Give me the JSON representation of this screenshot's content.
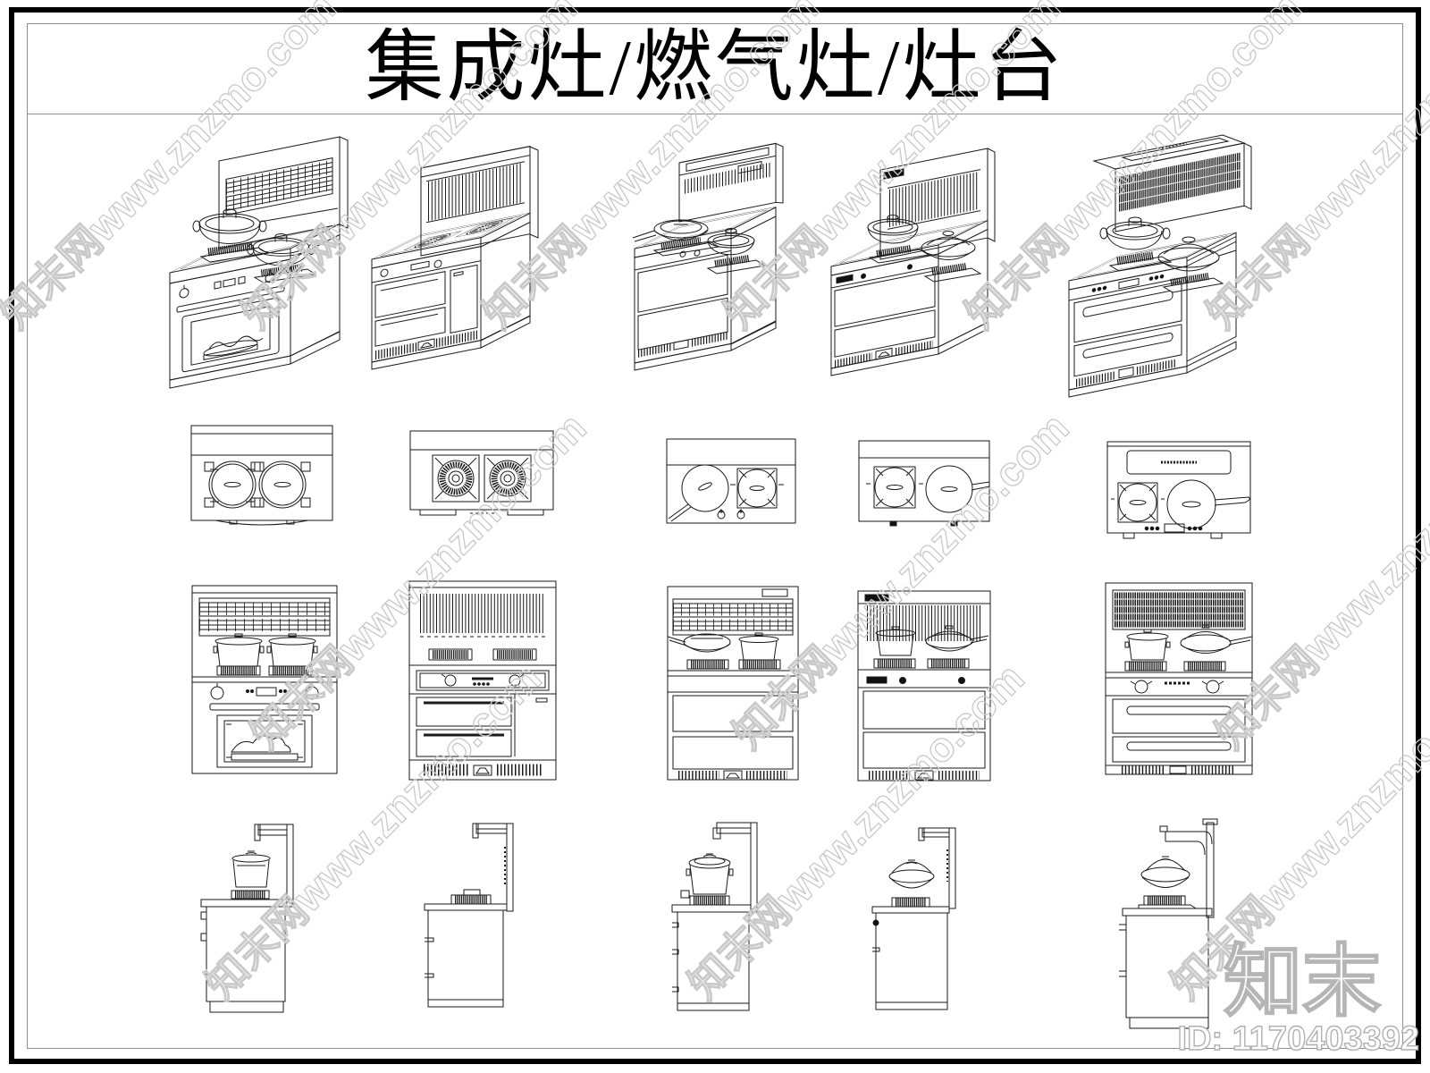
{
  "page": {
    "title": "集成灶/燃气灶/灶台"
  },
  "watermark": {
    "text": "知末网www.znzmo.com",
    "color": "#c9c9c9"
  },
  "brand": {
    "logo": "知末",
    "item_id": "ID: 1170403392"
  },
  "colors": {
    "line": "#1a1a1a",
    "border": "#000000",
    "inner_border": "#8f8f8f"
  },
  "drawings": {
    "rows": [
      {
        "view": "isometric",
        "items": [
          "stove-two-pots-oven",
          "stove-two-burners-drawers",
          "stove-wok-pot-drawers",
          "stove-pot-wok-drawers",
          "stove-pot-wok-large"
        ]
      },
      {
        "view": "top",
        "items": [
          "two-lidded-pots",
          "two-gas-burners",
          "pan-and-pot-knobs",
          "pot-and-pan",
          "pot-pan-control-panel"
        ]
      },
      {
        "view": "front",
        "items": [
          "stove-oven-with-food",
          "stove-control-bar-drawers",
          "stove-wok-two-drawers",
          "stove-pot-wok-drawers",
          "stove-dark-hood-drawers"
        ]
      },
      {
        "view": "side",
        "items": [
          "cabinet-pot-duct",
          "cabinet-burner-duct",
          "cabinet-pot-arm",
          "cabinet-wok-arm",
          "cabinet-wok-curved-duct"
        ]
      }
    ]
  }
}
